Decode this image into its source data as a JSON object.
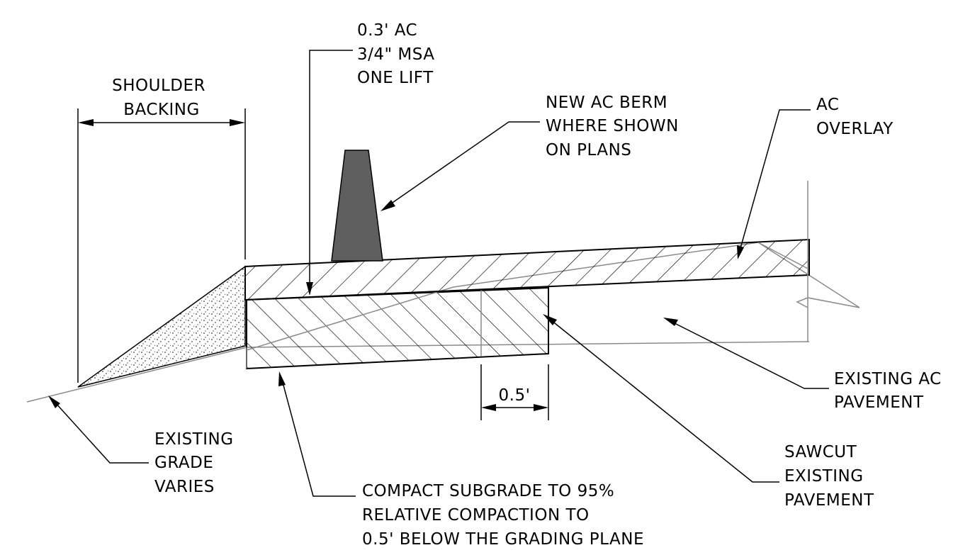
{
  "labels": {
    "ac_spec": [
      "0.3' AC",
      "3/4\" MSA",
      "ONE LIFT"
    ],
    "shoulder_backing": [
      "SHOULDER",
      "BACKING"
    ],
    "new_berm": [
      "NEW AC BERM",
      "WHERE SHOWN",
      "ON PLANS"
    ],
    "ac_overlay": [
      "AC",
      "OVERLAY"
    ],
    "existing_ac_pavement": [
      "EXISTING AC",
      "PAVEMENT"
    ],
    "dimension": "0.5'",
    "sawcut": [
      "SAWCUT",
      "EXISTING",
      "PAVEMENT"
    ],
    "existing_grade": [
      "EXISTING",
      "GRADE",
      "VARIES"
    ],
    "compact_subgrade": [
      "COMPACT SUBGRADE TO 95%",
      "RELATIVE COMPACTION TO",
      "0.5' BELOW THE GRADING PLANE"
    ]
  },
  "colors": {
    "line": "#000000",
    "existing_line": "#8a8a8a",
    "berm_fill": "#5f5f5f"
  }
}
